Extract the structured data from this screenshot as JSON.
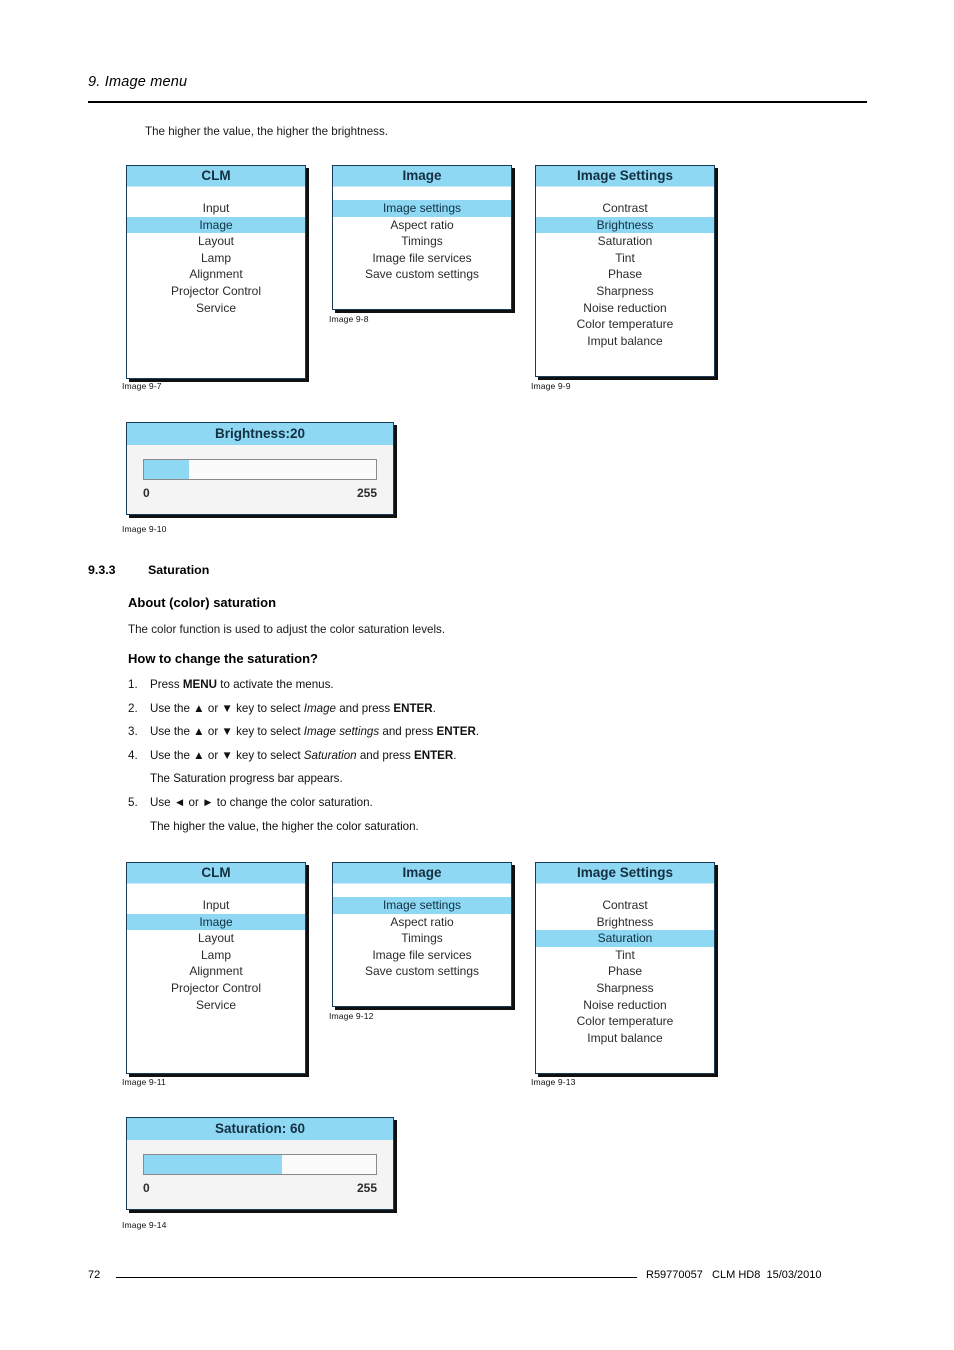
{
  "header": {
    "chapter": "9.  Image menu"
  },
  "intro": {
    "brightness_note": "The higher the value, the higher the brightness."
  },
  "menus": {
    "clm": {
      "title": "CLM",
      "items": [
        "Input",
        "Image",
        "Layout",
        "Lamp",
        "Alignment",
        "Projector Control",
        "Service"
      ],
      "selected": "Image"
    },
    "image": {
      "title": "Image",
      "items": [
        "Image settings",
        "Aspect ratio",
        "Timings",
        "Image file services",
        "Save custom settings"
      ],
      "selected": "Image settings"
    },
    "image_settings_brightness": {
      "title": "Image Settings",
      "items": [
        "Contrast",
        "Brightness",
        "Saturation",
        "Tint",
        "Phase",
        "Sharpness",
        "Noise reduction",
        "Color temperature",
        "Imput balance"
      ],
      "selected": "Brightness"
    },
    "image_settings_saturation": {
      "title": "Image Settings",
      "items": [
        "Contrast",
        "Brightness",
        "Saturation",
        "Tint",
        "Phase",
        "Sharpness",
        "Noise reduction",
        "Color temperature",
        "Imput balance"
      ],
      "selected": "Saturation"
    }
  },
  "bars": {
    "brightness": {
      "title": "Brightness:20",
      "min": "0",
      "max": "255",
      "value": 20,
      "fill_percent": 19.5
    },
    "saturation": {
      "title": "Saturation: 60",
      "min": "0",
      "max": "255",
      "value": 60,
      "fill_percent": 59.5
    }
  },
  "captions": {
    "c97": "Image 9-7",
    "c98": "Image 9-8",
    "c99": "Image 9-9",
    "c910": "Image 9-10",
    "c911": "Image 9-11",
    "c912": "Image 9-12",
    "c913": "Image 9-13",
    "c914": "Image 9-14"
  },
  "section": {
    "number": "9.3.3",
    "title": "Saturation",
    "about_heading": "About (color) saturation",
    "about_text": "The color function is used to adjust the color saturation levels.",
    "how_heading": "How to change the saturation?"
  },
  "steps": [
    {
      "n": "1.",
      "html": "Press <b>MENU</b> to activate the menus."
    },
    {
      "n": "2.",
      "html": "Use the ▲ or ▼ key to select <i>Image</i> and press <b>ENTER</b>."
    },
    {
      "n": "3.",
      "html": "Use the ▲ or ▼ key to select <i>Image settings</i> and press <b>ENTER</b>."
    },
    {
      "n": "4.",
      "html": "Use the ▲ or ▼ key to select <i>Saturation</i> and press <b>ENTER</b>."
    },
    {
      "n": "",
      "html": "The Saturation progress bar appears."
    },
    {
      "n": "5.",
      "html": "Use ◄ or ► to change the color saturation."
    },
    {
      "n": "",
      "html": "The higher the value, the higher the color saturation."
    }
  ],
  "footer": {
    "page": "72",
    "meta": "R59770057   CLM HD8  15/03/2010"
  },
  "colors": {
    "osd_highlight": "#8ed8f4",
    "osd_border": "#1b3a55",
    "text": "#000000"
  }
}
